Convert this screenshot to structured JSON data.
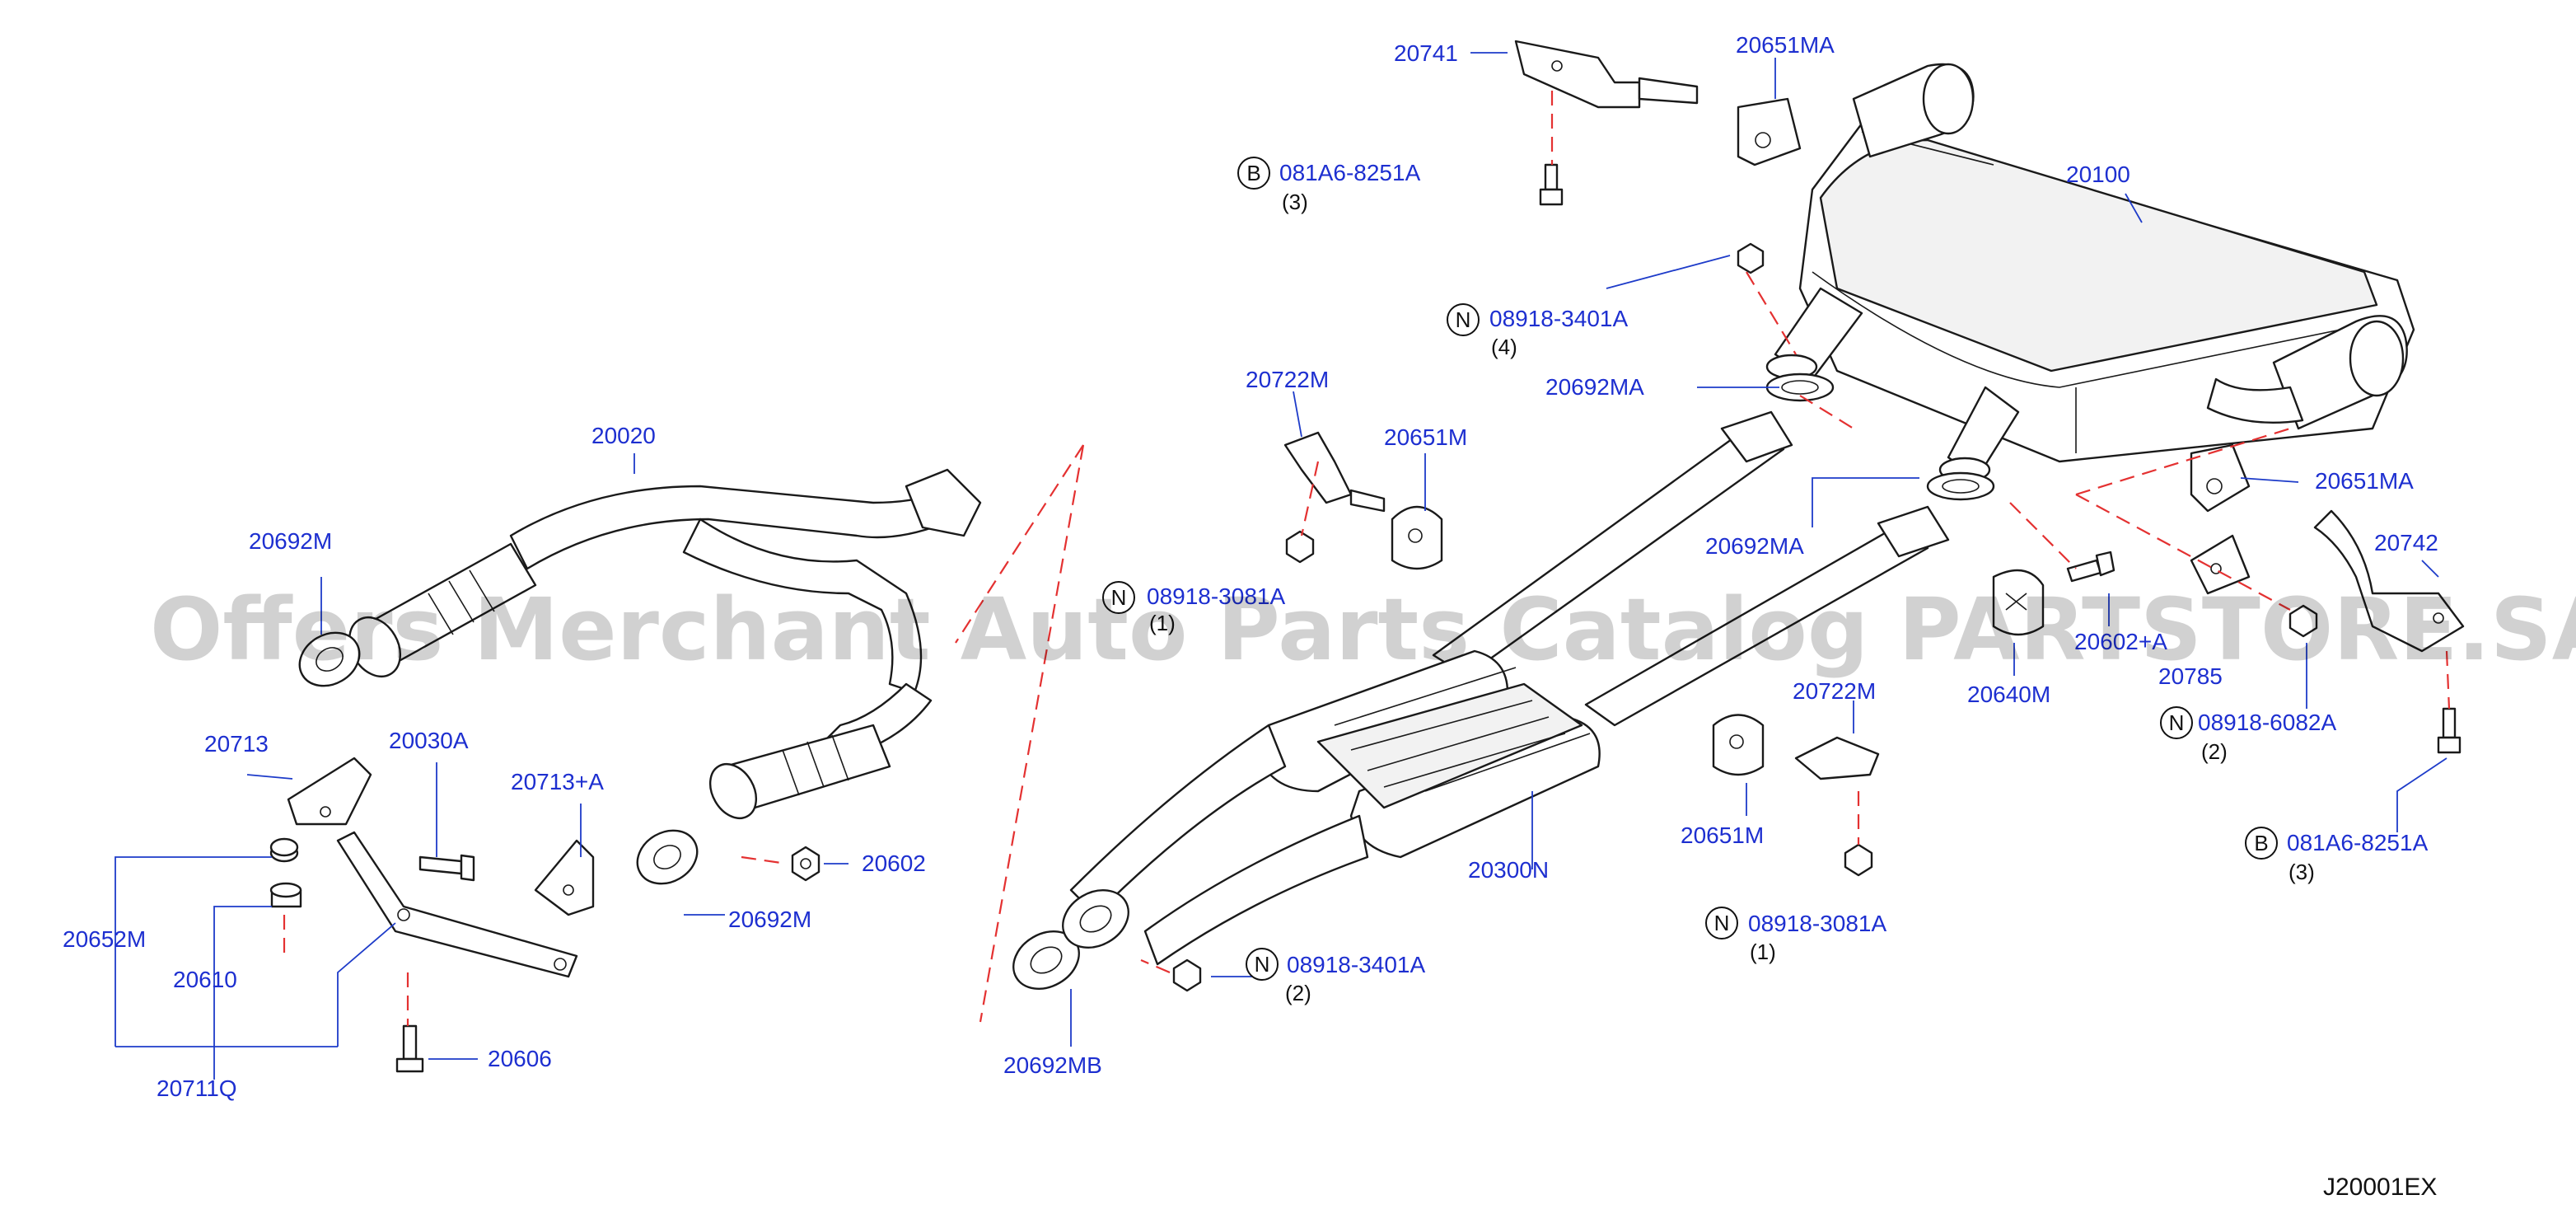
{
  "diagram_code": "J20001EX",
  "watermark": "Offers Merchant Auto Parts Catalog PARTSTORE.SA",
  "callout_letters": {
    "bolt": "B",
    "nut": "N"
  },
  "labels": {
    "p20741": "20741",
    "p20651MA_top": "20651MA",
    "b081A6_top": "081A6-8251A",
    "q3_top": "(3)",
    "p20100": "20100",
    "n08918_3401A_4": "08918-3401A",
    "q4": "(4)",
    "p20692MA_a": "20692MA",
    "p20722M_a": "20722M",
    "p20651M_a": "20651M",
    "n08918_3081A_a": "08918-3081A",
    "q1_a": "(1)",
    "p20651MA_right": "20651MA",
    "p20742": "20742",
    "p20692MA_b": "20692MA",
    "p20602_right": "20602+A",
    "p20640M": "20640M",
    "p20785": "20785",
    "n08918_6082A": "08918-6082A",
    "q2_right": "(2)",
    "b081A6_bottom": "081A6-8251A",
    "q3_bottom": "(3)",
    "p20020": "20020",
    "p20692M_a": "20692M",
    "p20713": "20713",
    "p20030A": "20030A",
    "p20713A": "20713+A",
    "p20602": "20602",
    "p20692M_b": "20692M",
    "p20652M": "20652M",
    "p20610": "20610",
    "p20606": "20606",
    "p20711Q": "20711Q",
    "p20722M_b": "20722M",
    "p20651M_b": "20651M",
    "p20300N": "20300N",
    "n08918_3081A_b": "08918-3081A",
    "q1_b": "(1)",
    "n08918_3401A_2": "08918-3401A",
    "q2_left": "(2)",
    "p20692MB": "20692MB"
  }
}
